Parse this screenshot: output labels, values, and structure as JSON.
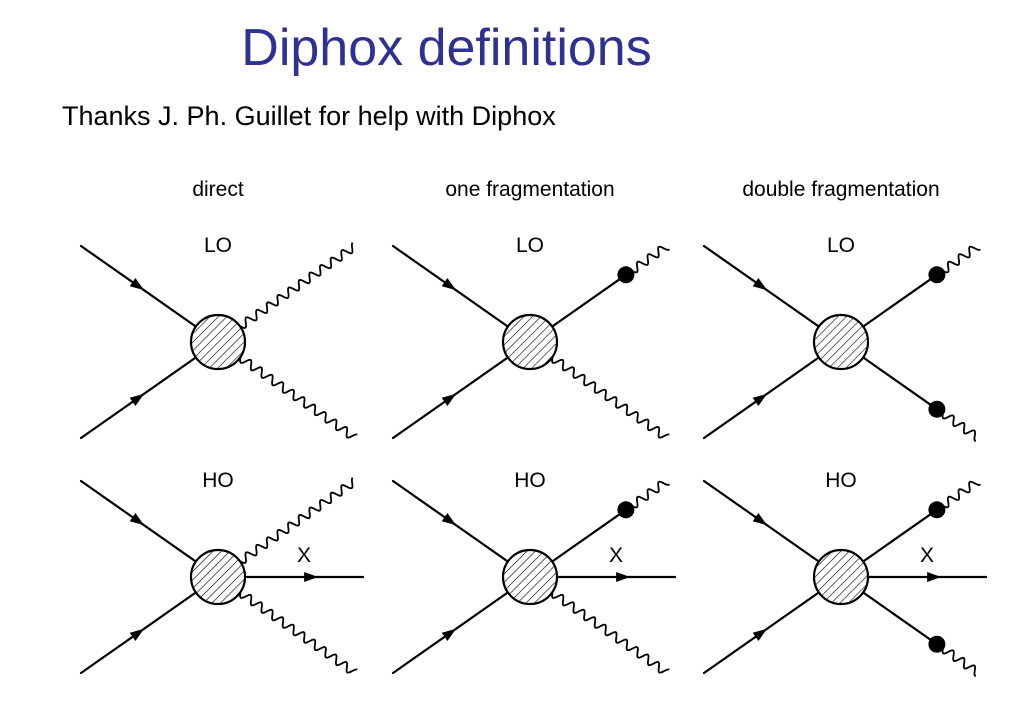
{
  "slide": {
    "title": "Diphox definitions",
    "subtitle": "Thanks J. Ph. Guillet for help with Diphox"
  },
  "columns": [
    {
      "heading": "direct",
      "fragmentations": 0
    },
    {
      "heading": "one fragmentation",
      "fragmentations": 1
    },
    {
      "heading": "double fragmentation",
      "fragmentations": 2
    }
  ],
  "rows": [
    {
      "order": "LO",
      "extra_particle": ""
    },
    {
      "order": "HO",
      "extra_particle": "X"
    }
  ],
  "colors": {
    "title": "#2e3192",
    "lines": "#000000"
  }
}
